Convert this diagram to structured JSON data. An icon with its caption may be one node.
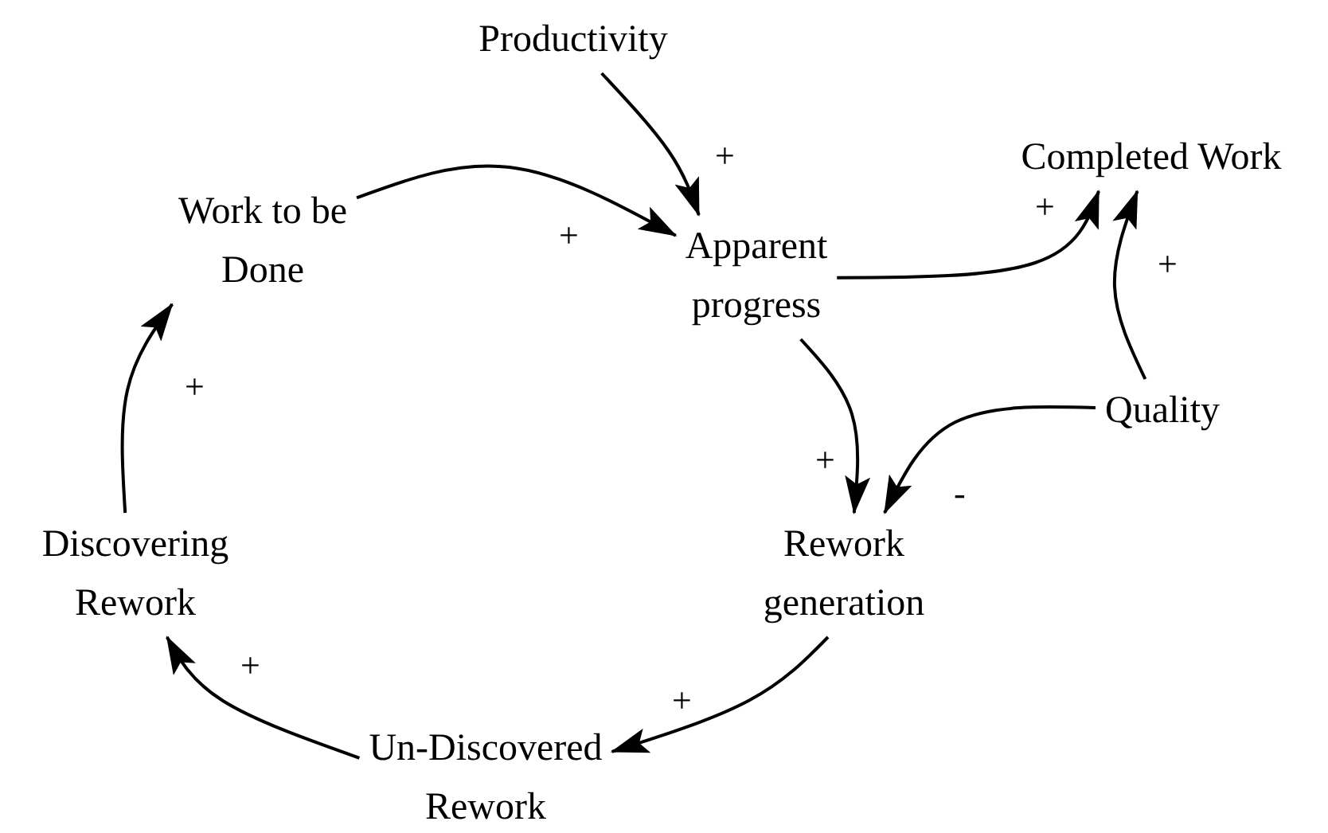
{
  "diagram": {
    "nodes": [
      {
        "text": [
          "Productivity"
        ]
      },
      {
        "text": [
          "Work to be Done"
        ]
      },
      {
        "text": [
          "Apparent progress"
        ]
      },
      {
        "text": [
          "Completed Work"
        ]
      },
      {
        "text": [
          "Quality"
        ]
      },
      {
        "text": [
          "Discovering Rework"
        ]
      },
      {
        "text": [
          "Rework generation"
        ]
      },
      {
        "text": [
          "Un-Discovered Rework"
        ]
      }
    ],
    "edges": [
      {
        "from": 0,
        "to": 2,
        "arrow": "to",
        "label": "+"
      },
      {
        "from": 1,
        "to": 2,
        "arrow": "to",
        "label": "+"
      },
      {
        "from": 2,
        "to": 3,
        "arrow": "to",
        "label": "+"
      },
      {
        "from": 4,
        "to": 3,
        "arrow": "to",
        "label": "+"
      },
      {
        "from": 2,
        "to": 6,
        "arrow": "to",
        "label": "+"
      },
      {
        "from": 4,
        "to": 6,
        "arrow": "to",
        "label": "-"
      },
      {
        "from": 6,
        "to": 7,
        "arrow": "to",
        "label": "+"
      },
      {
        "from": 7,
        "to": 5,
        "arrow": "to",
        "label": "+"
      },
      {
        "from": 5,
        "to": 1,
        "arrow": "to",
        "label": "+"
      }
    ]
  }
}
